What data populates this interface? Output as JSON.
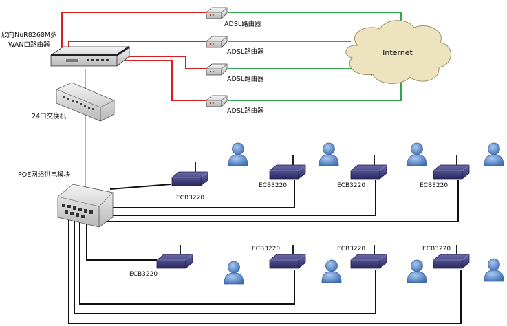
{
  "labels": {
    "main_router_line1": "欣向NuR8268M多",
    "main_router_line2": "WAN口路由器",
    "adsl_routers": [
      "ADSL路由器",
      "ADSL路由器",
      "ADSL路由器",
      "ADSL路由器"
    ],
    "internet": "Internet",
    "switch": "24口交换机",
    "poe_module": "POE网络供电模块",
    "access_points": [
      "ECB3220",
      "ECB3220",
      "ECB3220",
      "ECB3220",
      "ECB3220",
      "ECB3220",
      "ECB3220",
      "ECB3220"
    ]
  },
  "colors": {
    "wan_link": "#d81e1e",
    "internet_link": "#2fa84f",
    "uplink": "#5bb8d8",
    "lan_cable": "#111111",
    "ap_body": "#3b3a78",
    "user_icon": "#4f83c6",
    "cloud_fill": "#ede3bf"
  }
}
